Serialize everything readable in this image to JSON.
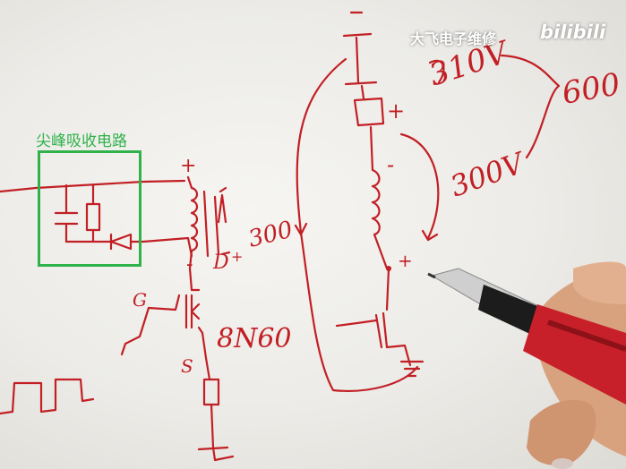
{
  "annotation": {
    "box_caption": "尖峰吸收电路",
    "box_color": "#2fb24a"
  },
  "watermark": {
    "channel": "大飞电子维修",
    "brand": "bilibili"
  },
  "handwriting": {
    "label_top_voltage": "310V",
    "label_right_voltage": "600",
    "label_mid_voltage": "300V",
    "label_left_voltage": "300",
    "transistor_model": "8N60",
    "gate_label": "G",
    "source_label": "S",
    "drain_label": "D",
    "plus_sign": "+",
    "minus_sign": "-",
    "ink_color": "#c21f24"
  },
  "objects": {
    "pen": "red-mechanical-pencil",
    "hand": "hand-holding-pen"
  }
}
